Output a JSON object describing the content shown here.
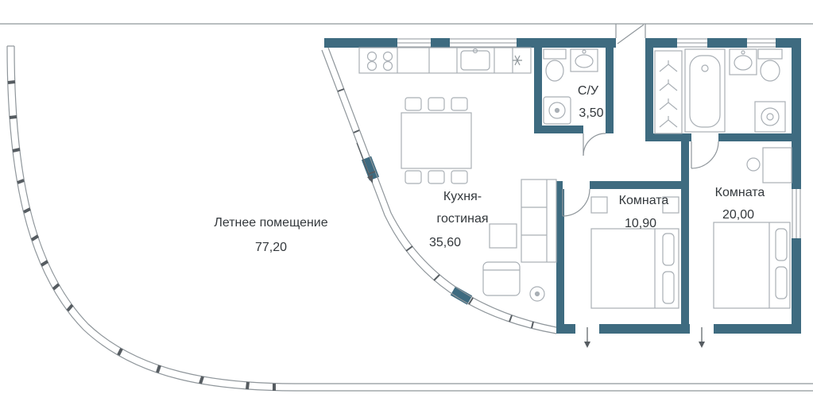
{
  "meta": {
    "type": "apartment-floor-plan",
    "language": "ru"
  },
  "colors": {
    "wall": "#3e6b80",
    "outline": "#8f969b",
    "furniture": "#a9afb5",
    "mullion": "#565c61",
    "label": "#33383c",
    "background": "#ffffff"
  },
  "rooms": [
    {
      "id": "summer-space",
      "name": "Летнее помещение",
      "area": "77,20"
    },
    {
      "id": "kitchen-living",
      "name": "Кухня-гостиная",
      "name_line1": "Кухня-",
      "name_line2": "гостиная",
      "area": "35,60"
    },
    {
      "id": "bathroom",
      "name": "С/У",
      "area": "3,50"
    },
    {
      "id": "room-small",
      "name": "Комната",
      "area": "10,90"
    },
    {
      "id": "room-large",
      "name": "Комната",
      "area": "20,00"
    }
  ]
}
